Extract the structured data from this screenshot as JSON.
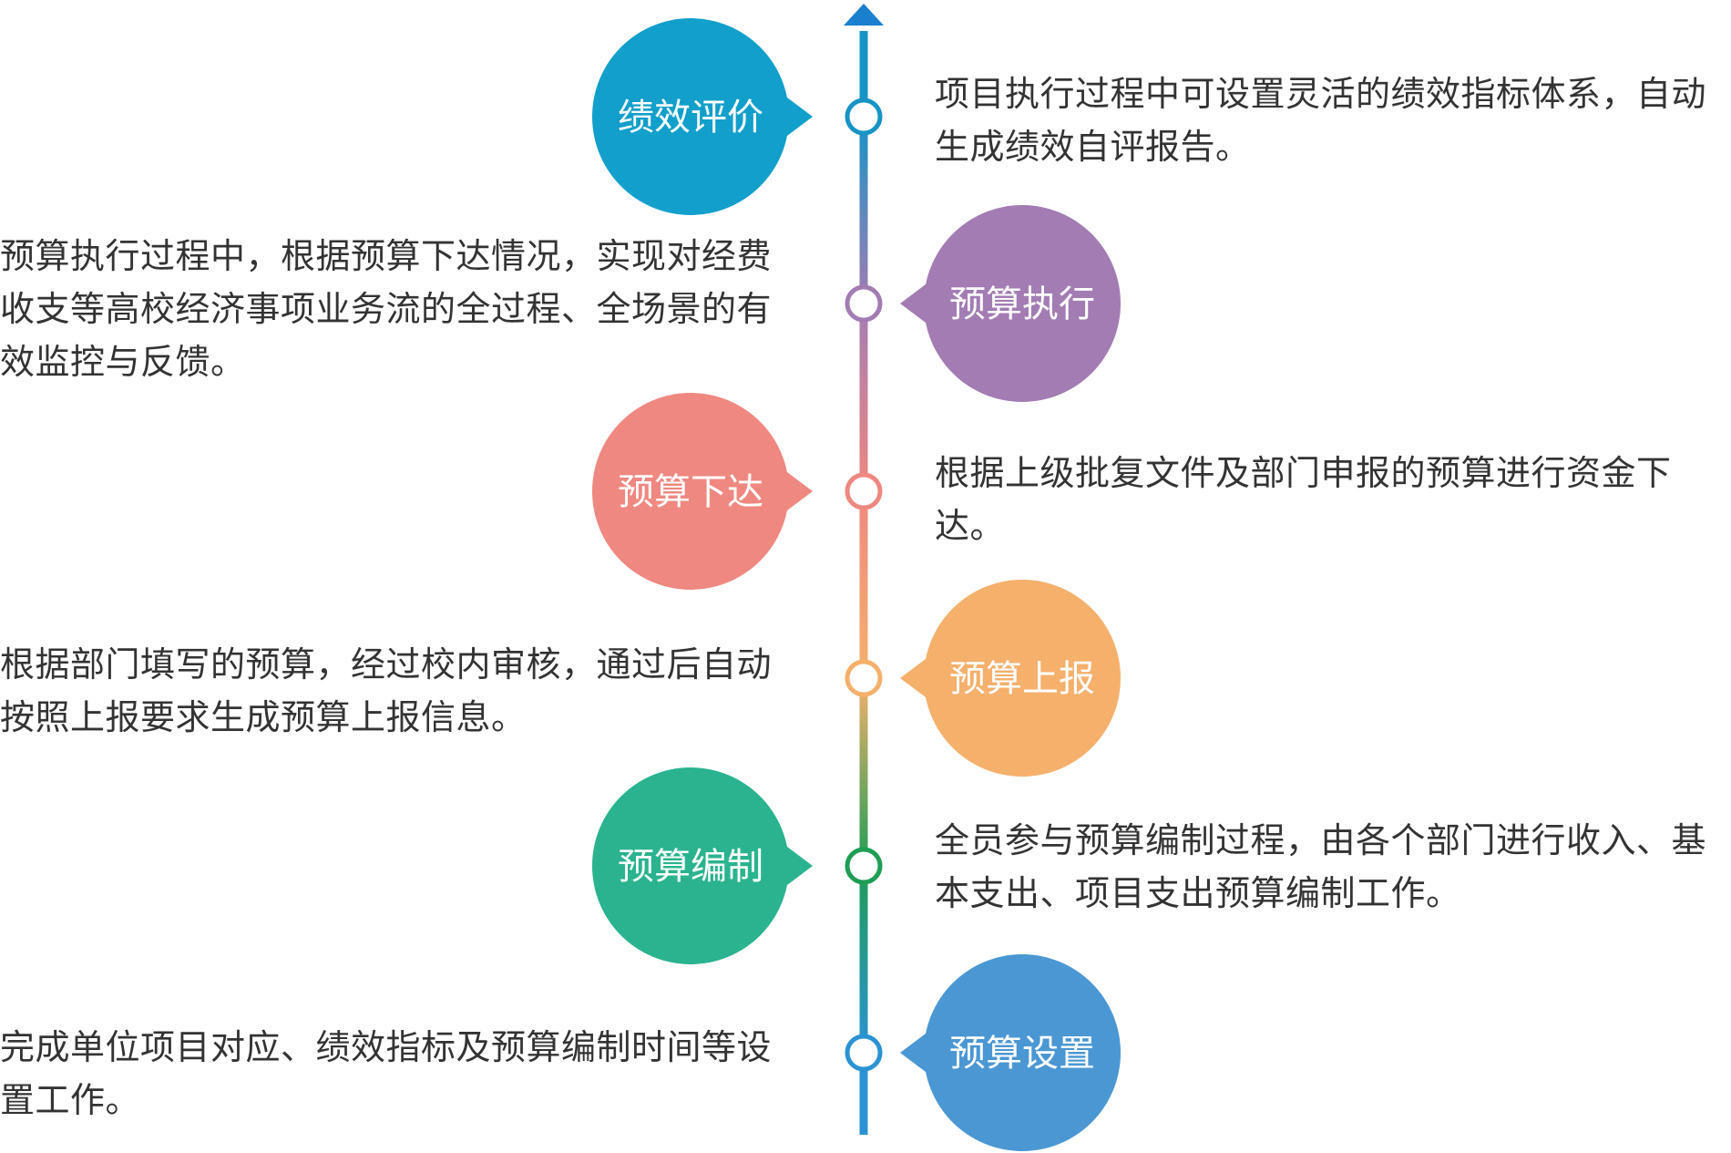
{
  "stages": [
    {
      "label": "绩效评价",
      "color": "#129fcb",
      "description": "项目执行过程中可设置灵活的绩效指标体系，自动生成绩效自评报告。"
    },
    {
      "label": "预算执行",
      "color": "#a37cb4",
      "description": "预算执行过程中，根据预算下达情况，实现对经费收支等高校经济事项业务流的全过程、全场景的有效监控与反馈。"
    },
    {
      "label": "预算下达",
      "color": "#ef8880",
      "description": "根据上级批复文件及部门申报的预算进行资金下达。"
    },
    {
      "label": "预算上报",
      "color": "#f5b06c",
      "description": "根据部门填写的预算，经过校内审核，通过后自动按照上报要求生成预算上报信息。"
    },
    {
      "label": "预算编制",
      "color": "#2ab38e",
      "description": "全员参与预算编制过程，由各个部门进行收入、基本支出、项目支出预算编制工作。"
    },
    {
      "label": "预算设置",
      "color": "#4a97d4",
      "description": "完成单位项目对应、绩效指标及预算编制时间等设置工作。"
    }
  ],
  "axis_colors": {
    "arrow": "#1a7fcf",
    "segments": [
      "#1793c6",
      "#a37cb4",
      "#ef8880",
      "#f5b06c",
      "#1f9d55",
      "#2b93d3"
    ]
  }
}
